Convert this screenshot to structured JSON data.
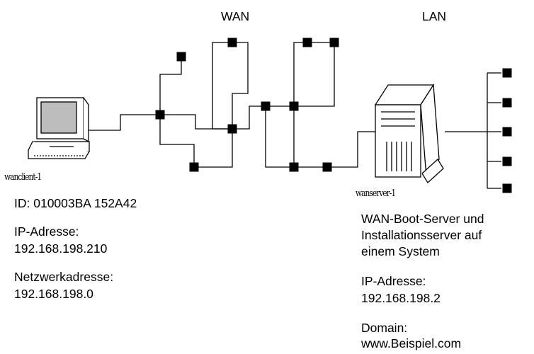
{
  "header": {
    "wan": "WAN",
    "lan": "LAN"
  },
  "client": {
    "hostname": "wanclient-1",
    "id_line": "ID: 010003BA 152A42",
    "ip_label": "IP-Adresse:",
    "ip_value": "192.168.198.210",
    "net_label": "Netzwerkadresse:",
    "net_value": "192.168.198.0"
  },
  "server": {
    "hostname": "wanserver-1",
    "description": [
      "WAN-Boot-Server und",
      "Installationsserver auf",
      "einem System"
    ],
    "ip_label": "IP-Adresse:",
    "ip_value": "192.168.198.2",
    "domain_label": "Domain:",
    "domain_value": "www.Beispiel.com"
  },
  "colors": {
    "line": "#000000",
    "node": "#000000",
    "monitor_screen": "#bdbdbd",
    "device_fill": "#ffffff"
  },
  "icons": {
    "client": "desktop-computer-icon",
    "server": "tower-server-icon",
    "node": "router-node-icon"
  }
}
